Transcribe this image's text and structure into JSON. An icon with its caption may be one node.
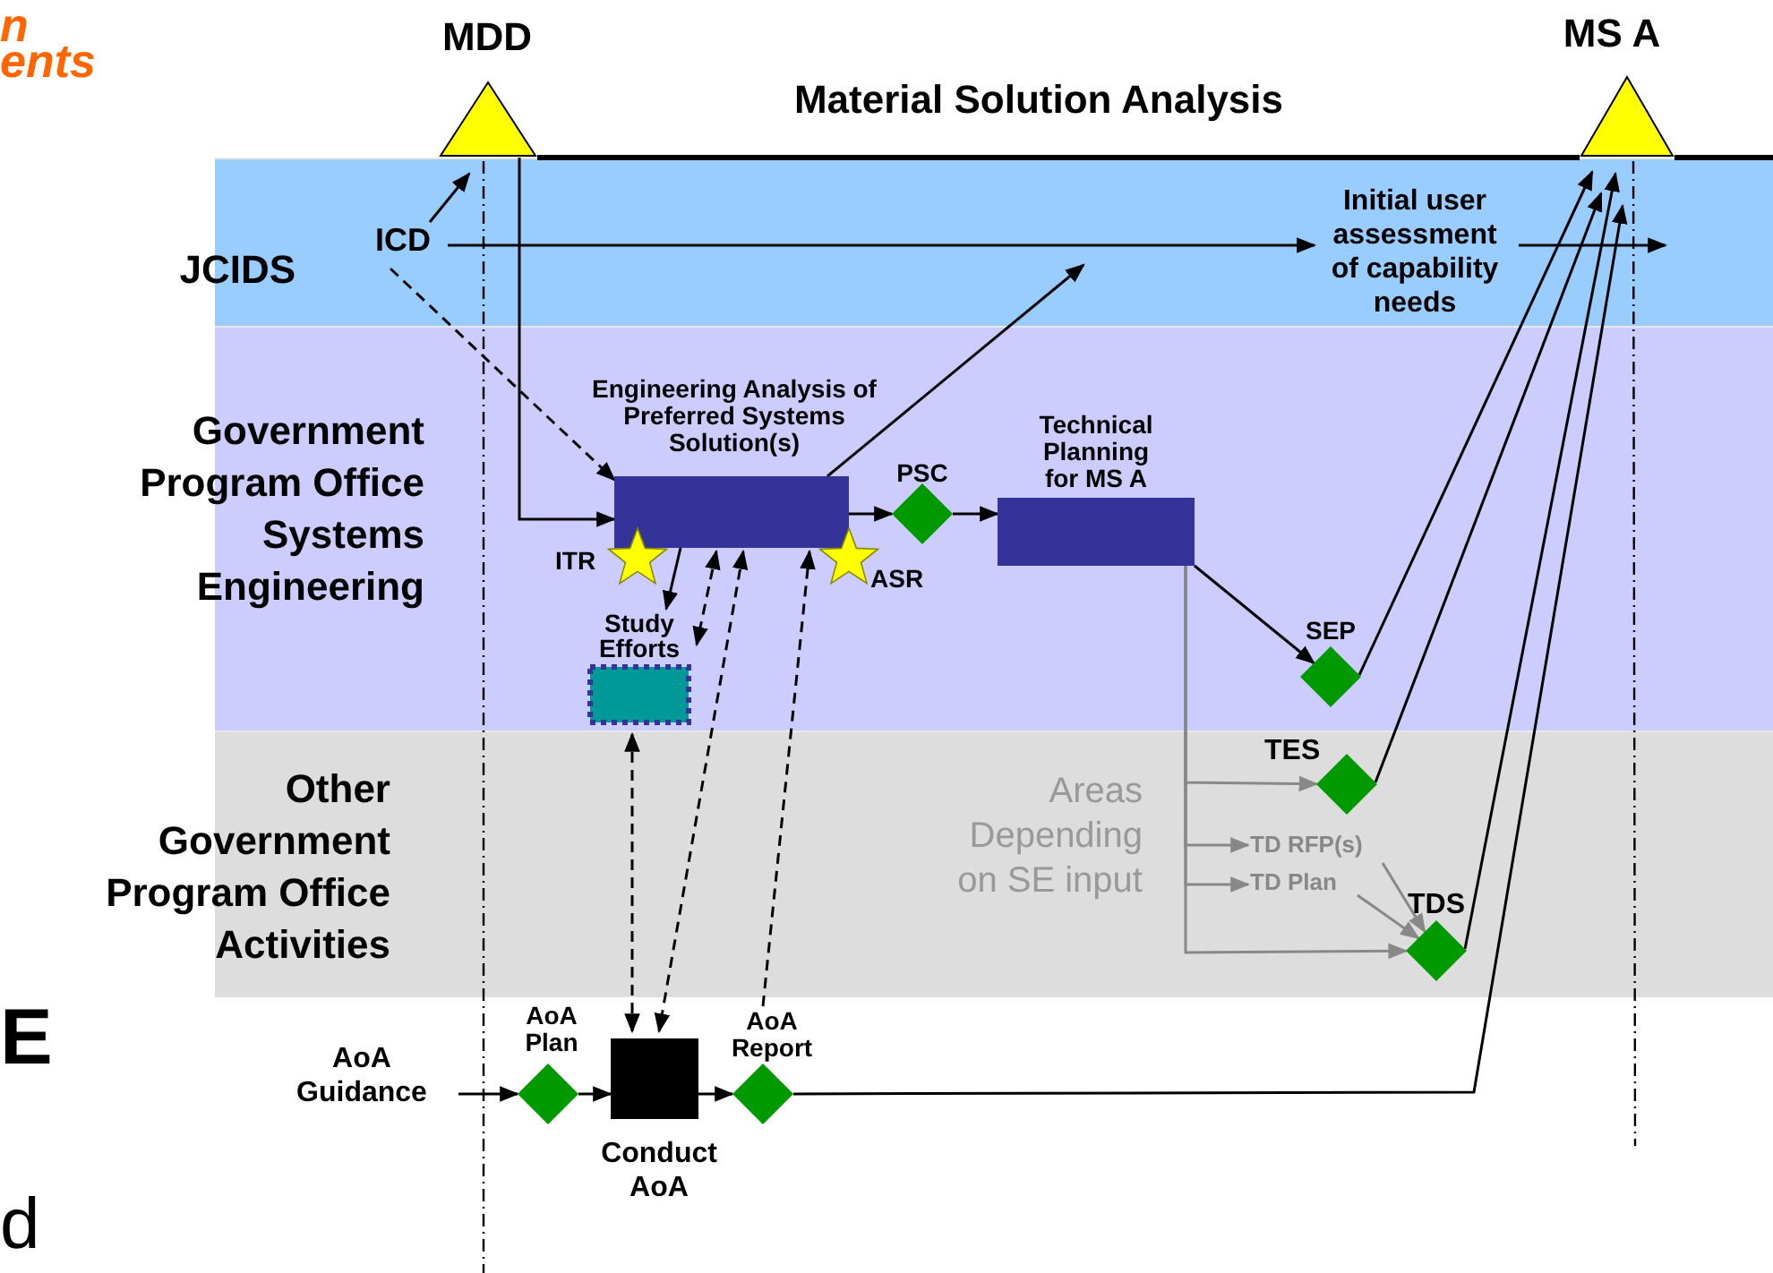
{
  "diagram": {
    "nodes": [
      {
        "text": [
          "JCIDS"
        ]
      },
      {
        "text": [
          "Government Program Office Systems Engineering"
        ]
      },
      {
        "text": [
          "Other Government Program Office Activities"
        ]
      },
      {
        "text": [
          "MDD"
        ]
      },
      {
        "text": [
          "MS A"
        ]
      },
      {
        "text": [
          "ICD"
        ],
        "in": 0
      },
      {
        "text": [
          "Initial user assessment of capability needs"
        ],
        "in": 0
      },
      {
        "text": [
          "Engineering Analysis of Preferred Systems Solution(s)"
        ],
        "in": 1
      },
      {
        "text": [
          "ITR"
        ],
        "in": 1
      },
      {
        "text": [
          "ASR"
        ],
        "in": 1
      },
      {
        "text": [
          "PSC"
        ],
        "in": 1
      },
      {
        "text": [
          "Technical Planning for MS A"
        ],
        "in": 1
      },
      {
        "text": [
          "Study Efforts"
        ],
        "in": 1
      },
      {
        "text": [
          "SEP"
        ],
        "in": 1
      },
      {
        "text": [
          "TES"
        ],
        "in": 2
      },
      {
        "text": [
          "TD RFP(s)"
        ],
        "in": 2
      },
      {
        "text": [
          "TD Plan"
        ],
        "in": 2
      },
      {
        "text": [
          "TDS"
        ],
        "in": 2
      },
      {
        "text": [
          "AoA Guidance"
        ]
      },
      {
        "text": [
          "AoA Plan"
        ]
      },
      {
        "text": [
          "Conduct AoA"
        ]
      },
      {
        "text": [
          "AoA Report"
        ]
      }
    ],
    "edges": [
      {
        "from": 3,
        "to": 4,
        "arrow": "none",
        "style": "thick"
      },
      {
        "from": 5,
        "to": 3,
        "arrow": "to"
      },
      {
        "from": 5,
        "to": 6,
        "arrow": "to"
      },
      {
        "from": 5,
        "to": 7,
        "arrow": "to",
        "style": "dashed"
      },
      {
        "from": 3,
        "to": 7,
        "arrow": "to"
      },
      {
        "from": 7,
        "to": null,
        "arrow": "to"
      },
      {
        "from": 7,
        "to": 10,
        "arrow": "to"
      },
      {
        "from": 10,
        "to": 11,
        "arrow": "to"
      },
      {
        "from": 11,
        "to": 13,
        "arrow": "to"
      },
      {
        "from": 7,
        "to": 12,
        "arrow": "to"
      },
      {
        "from": 7,
        "to": 12,
        "arrow": "both",
        "style": "dashed"
      },
      {
        "from": 7,
        "to": 20,
        "arrow": "both",
        "style": "dashed"
      },
      {
        "from": 12,
        "to": 20,
        "arrow": "both",
        "style": "dashed"
      },
      {
        "from": 21,
        "to": 7,
        "arrow": "to",
        "style": "dashed"
      },
      {
        "from": 18,
        "to": 19,
        "arrow": "to"
      },
      {
        "from": 19,
        "to": 20,
        "arrow": "to"
      },
      {
        "from": 20,
        "to": 21,
        "arrow": "to"
      },
      {
        "from": 21,
        "to": 4,
        "arrow": "to"
      },
      {
        "from": 13,
        "to": 4,
        "arrow": "to"
      },
      {
        "from": 14,
        "to": 4,
        "arrow": "to"
      },
      {
        "from": 17,
        "to": 4,
        "arrow": "to"
      },
      {
        "from": 6,
        "to": null,
        "arrow": "to"
      },
      {
        "from": 11,
        "to": 14,
        "arrow": "to",
        "color": "#888888"
      },
      {
        "from": 11,
        "to": 15,
        "arrow": "to",
        "color": "#888888"
      },
      {
        "from": 11,
        "to": 16,
        "arrow": "to",
        "color": "#888888"
      },
      {
        "from": 11,
        "to": 17,
        "arrow": "to",
        "color": "#888888"
      },
      {
        "from": 15,
        "to": 17,
        "arrow": "to",
        "color": "#888888"
      },
      {
        "from": 16,
        "to": 17,
        "arrow": "to",
        "color": "#888888"
      }
    ],
    "labels": [
      "n",
      "ents",
      "Material Solution Analysis",
      "Areas Depending on SE input",
      "E",
      "d"
    ]
  }
}
